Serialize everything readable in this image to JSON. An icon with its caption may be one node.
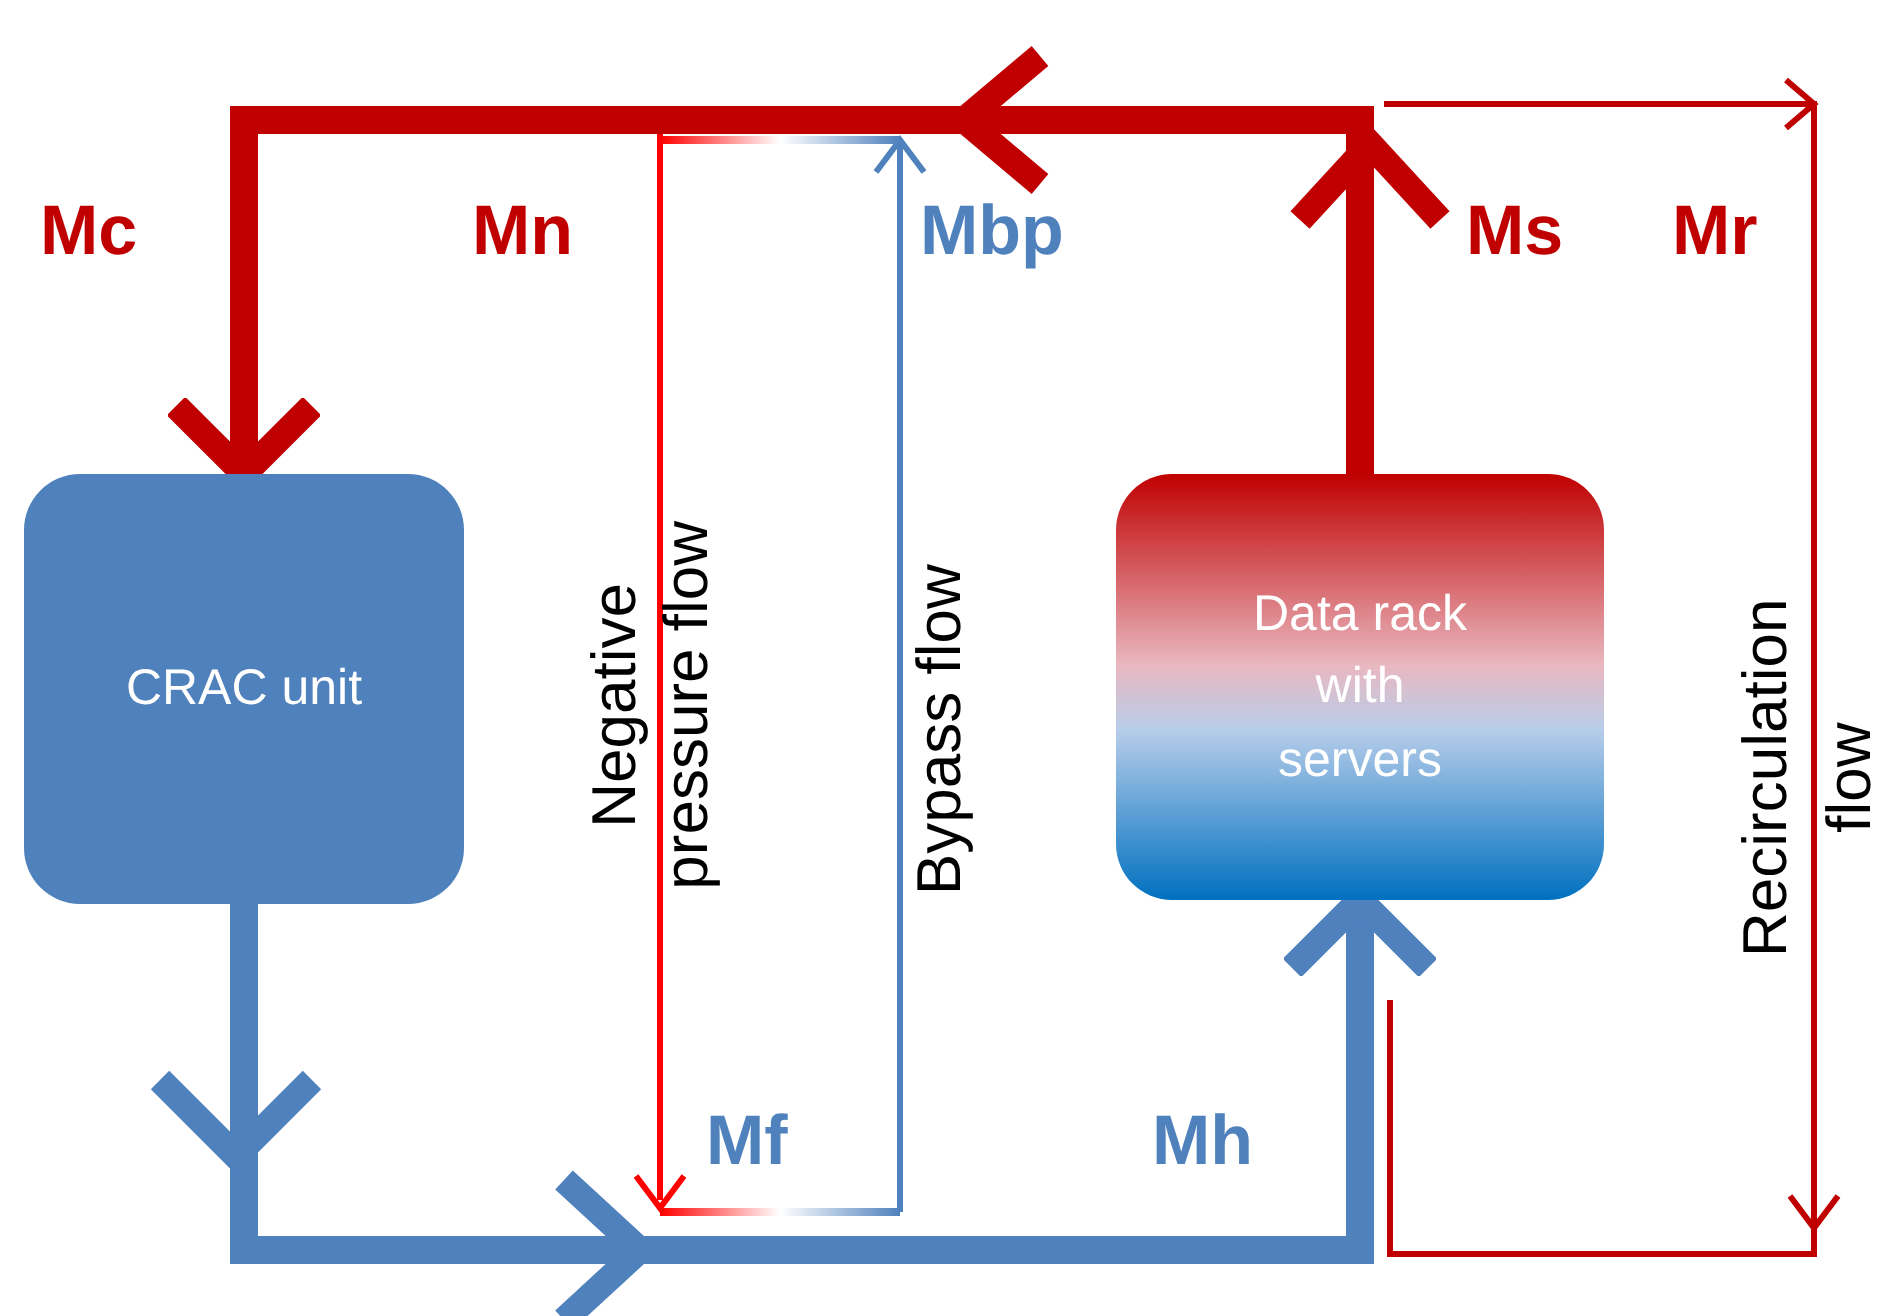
{
  "diagram": {
    "nodes": [
      {
        "text": [
          "CRAC unit"
        ]
      },
      {
        "text": [
          "Data rack with servers"
        ]
      }
    ],
    "edges": [
      {
        "from": 1,
        "to": 0,
        "arrow": "to",
        "color": "#c00000"
      },
      {
        "from": 0,
        "to": 1,
        "arrow": "to",
        "color": "#4f81bd"
      }
    ],
    "labels": [
      "Mc",
      "Mn",
      "Mbp",
      "Ms",
      "Mr",
      "Negative pressure flow",
      "Bypass flow",
      "Recirculation flow",
      "Mf",
      "Mh"
    ]
  }
}
